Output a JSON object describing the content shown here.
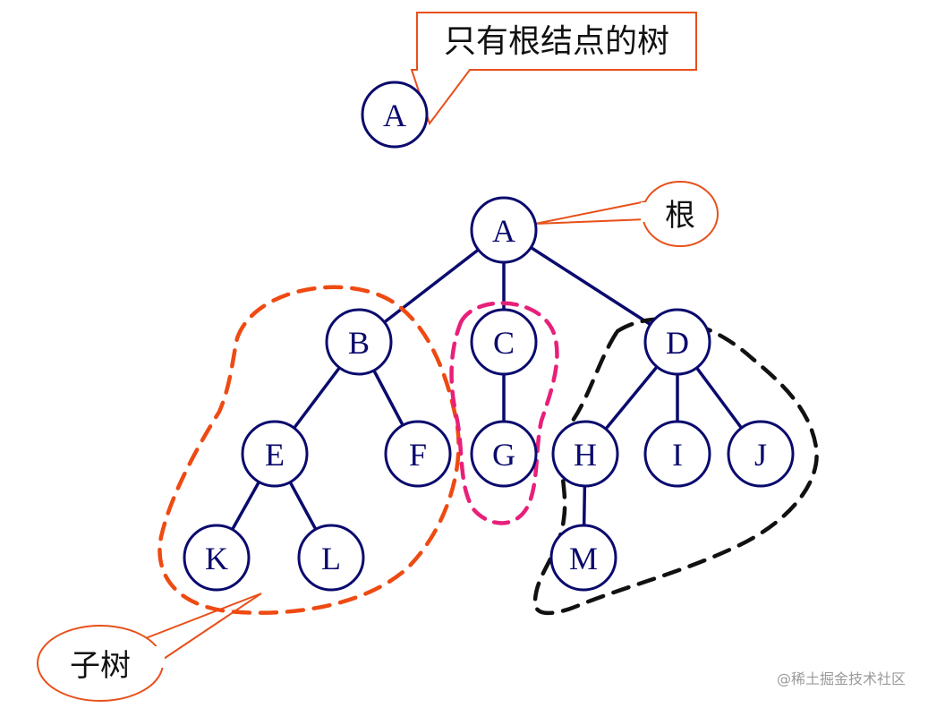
{
  "callouts": {
    "root_only_tree": "只有根结点的树",
    "root": "根",
    "subtree": "子树"
  },
  "standalone_node": "A",
  "nodes": {
    "A": "A",
    "B": "B",
    "C": "C",
    "D": "D",
    "E": "E",
    "F": "F",
    "G": "G",
    "H": "H",
    "I": "I",
    "J": "J",
    "K": "K",
    "L": "L",
    "M": "M"
  },
  "edges": [
    [
      "A",
      "B"
    ],
    [
      "A",
      "C"
    ],
    [
      "A",
      "D"
    ],
    [
      "B",
      "E"
    ],
    [
      "B",
      "F"
    ],
    [
      "C",
      "G"
    ],
    [
      "D",
      "H"
    ],
    [
      "D",
      "I"
    ],
    [
      "D",
      "J"
    ],
    [
      "E",
      "K"
    ],
    [
      "E",
      "L"
    ],
    [
      "H",
      "M"
    ]
  ],
  "colors": {
    "node_stroke": "#0a0a6e",
    "callout_stroke": "#e8501a",
    "subtree_orange": "#ee4a12",
    "subtree_pink": "#e8207a",
    "subtree_black": "#111111"
  },
  "watermark": "@稀土掘金技术社区"
}
